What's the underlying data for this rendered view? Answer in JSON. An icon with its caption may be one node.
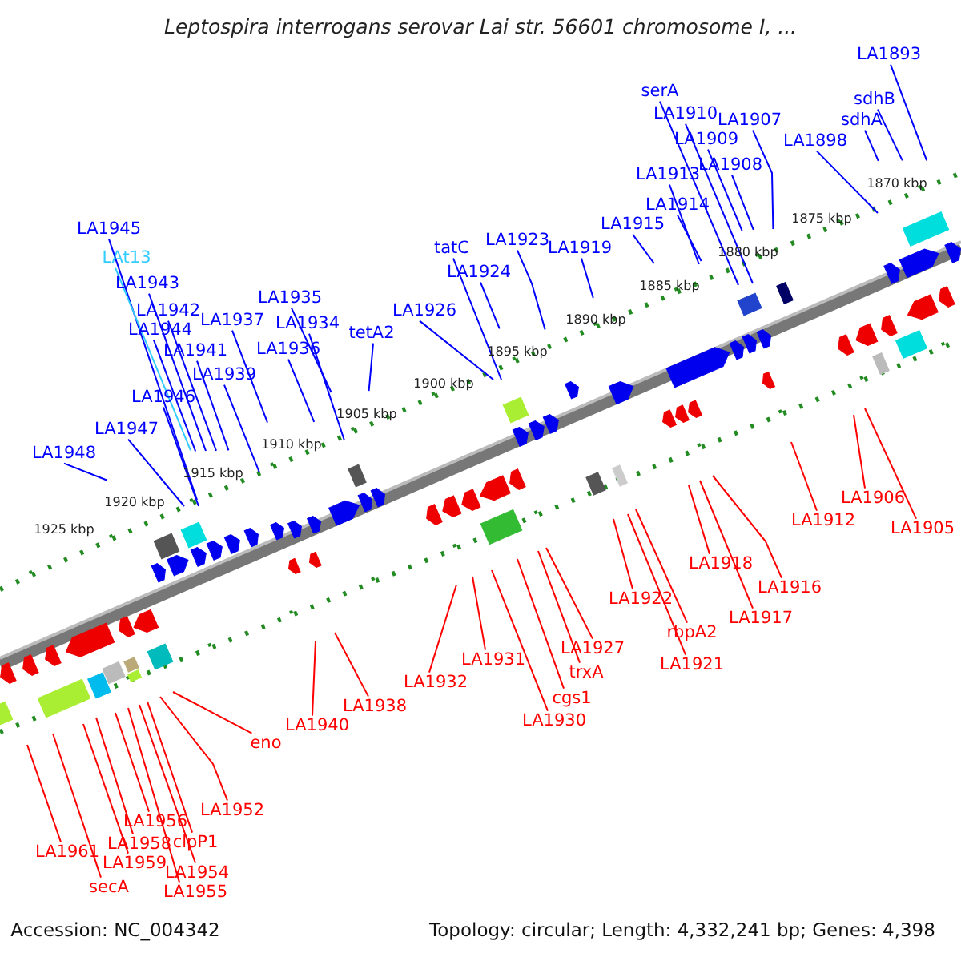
{
  "diagram": {
    "title": "Leptospira interrogans serovar Lai str. 56601 chromosome I, ...",
    "nodes": [
      {
        "text": [
          "LA1893"
        ]
      },
      {
        "text": [
          "serA"
        ]
      },
      {
        "text": [
          "sdhB"
        ]
      },
      {
        "text": [
          "LA1910"
        ]
      },
      {
        "text": [
          "LA1907"
        ]
      },
      {
        "text": [
          "sdhA"
        ]
      },
      {
        "text": [
          "LA1909"
        ]
      },
      {
        "text": [
          "LA1898"
        ]
      },
      {
        "text": [
          "LA1908"
        ]
      },
      {
        "text": [
          "LA1913"
        ]
      },
      {
        "text": [
          "LA1914"
        ]
      },
      {
        "text": [
          "LA1915"
        ]
      },
      {
        "text": [
          "LA1945"
        ]
      },
      {
        "text": [
          "LA1923"
        ]
      },
      {
        "text": [
          "tatC"
        ]
      },
      {
        "text": [
          "LA1919"
        ]
      },
      {
        "text": [
          "LAt13"
        ]
      },
      {
        "text": [
          "LA1924"
        ]
      },
      {
        "text": [
          "LA1943"
        ]
      },
      {
        "text": [
          "LA1935"
        ]
      },
      {
        "text": [
          "LA1926"
        ]
      },
      {
        "text": [
          "LA1942"
        ]
      },
      {
        "text": [
          "LA1937"
        ]
      },
      {
        "text": [
          "LA1934"
        ]
      },
      {
        "text": [
          "LA1944"
        ]
      },
      {
        "text": [
          "tetA2"
        ]
      },
      {
        "text": [
          "LA1936"
        ]
      },
      {
        "text": [
          "LA1941"
        ]
      },
      {
        "text": [
          "LA1939"
        ]
      },
      {
        "text": [
          "LA1946"
        ]
      },
      {
        "text": [
          "LA1947"
        ]
      },
      {
        "text": [
          "LA1948"
        ]
      },
      {
        "text": [
          "LA1906"
        ]
      },
      {
        "text": [
          "LA1912"
        ]
      },
      {
        "text": [
          "LA1905"
        ]
      },
      {
        "text": [
          "LA1918"
        ]
      },
      {
        "text": [
          "LA1916"
        ]
      },
      {
        "text": [
          "LA1922"
        ]
      },
      {
        "text": [
          "LA1917"
        ]
      },
      {
        "text": [
          "rbpA2"
        ]
      },
      {
        "text": [
          "LA1927"
        ]
      },
      {
        "text": [
          "LA1931"
        ]
      },
      {
        "text": [
          "LA1921"
        ]
      },
      {
        "text": [
          "trxA"
        ]
      },
      {
        "text": [
          "LA1932"
        ]
      },
      {
        "text": [
          "LA1938"
        ]
      },
      {
        "text": [
          "cgs1"
        ]
      },
      {
        "text": [
          "LA1930"
        ]
      },
      {
        "text": [
          "LA1940"
        ]
      },
      {
        "text": [
          "eno"
        ]
      },
      {
        "text": [
          "LA1952"
        ]
      },
      {
        "text": [
          "LA1956"
        ]
      },
      {
        "text": [
          "clpP1"
        ]
      },
      {
        "text": [
          "LA1958"
        ]
      },
      {
        "text": [
          "LA1961"
        ]
      },
      {
        "text": [
          "LA1959"
        ]
      },
      {
        "text": [
          "LA1954"
        ]
      },
      {
        "text": [
          "secA"
        ]
      },
      {
        "text": [
          "LA1955"
        ]
      }
    ],
    "edges": [
      {
        "from": 0,
        "to": null,
        "arrow": "none",
        "color": "#0000ff"
      },
      {
        "from": 1,
        "to": null,
        "arrow": "none",
        "color": "#0000ff"
      },
      {
        "from": 2,
        "to": null,
        "arrow": "none",
        "color": "#0000ff"
      },
      {
        "from": 3,
        "to": null,
        "arrow": "none",
        "color": "#0000ff"
      },
      {
        "from": 4,
        "to": null,
        "arrow": "none",
        "color": "#0000ff"
      },
      {
        "from": 5,
        "to": null,
        "arrow": "none",
        "color": "#0000ff"
      },
      {
        "from": 6,
        "to": null,
        "arrow": "none",
        "color": "#0000ff"
      },
      {
        "from": 7,
        "to": null,
        "arrow": "none",
        "color": "#0000ff"
      },
      {
        "from": 8,
        "to": null,
        "arrow": "none",
        "color": "#0000ff"
      },
      {
        "from": 9,
        "to": null,
        "arrow": "none",
        "color": "#0000ff"
      },
      {
        "from": 10,
        "to": null,
        "arrow": "none",
        "color": "#0000ff"
      },
      {
        "from": 11,
        "to": null,
        "arrow": "none",
        "color": "#0000ff"
      },
      {
        "from": 12,
        "to": null,
        "arrow": "none",
        "color": "#0000ff"
      },
      {
        "from": 13,
        "to": null,
        "arrow": "none",
        "color": "#0000ff"
      },
      {
        "from": 14,
        "to": null,
        "arrow": "none",
        "color": "#0000ff"
      },
      {
        "from": 15,
        "to": null,
        "arrow": "none",
        "color": "#0000ff"
      },
      {
        "from": 16,
        "to": null,
        "arrow": "none",
        "color": "#33ccff"
      },
      {
        "from": 17,
        "to": null,
        "arrow": "none",
        "color": "#0000ff"
      },
      {
        "from": 18,
        "to": null,
        "arrow": "none",
        "color": "#0000ff"
      },
      {
        "from": 19,
        "to": null,
        "arrow": "none",
        "color": "#0000ff"
      },
      {
        "from": 20,
        "to": null,
        "arrow": "none",
        "color": "#0000ff"
      },
      {
        "from": 21,
        "to": null,
        "arrow": "none",
        "color": "#0000ff"
      },
      {
        "from": 22,
        "to": null,
        "arrow": "none",
        "color": "#0000ff"
      },
      {
        "from": 23,
        "to": null,
        "arrow": "none",
        "color": "#0000ff"
      },
      {
        "from": 24,
        "to": null,
        "arrow": "none",
        "color": "#0000ff"
      },
      {
        "from": 25,
        "to": null,
        "arrow": "none",
        "color": "#0000ff"
      },
      {
        "from": 26,
        "to": null,
        "arrow": "none",
        "color": "#0000ff"
      },
      {
        "from": 27,
        "to": null,
        "arrow": "none",
        "color": "#0000ff"
      },
      {
        "from": 28,
        "to": null,
        "arrow": "none",
        "color": "#0000ff"
      },
      {
        "from": 29,
        "to": null,
        "arrow": "none",
        "color": "#0000ff"
      },
      {
        "from": 30,
        "to": null,
        "arrow": "none",
        "color": "#0000ff"
      },
      {
        "from": 31,
        "to": null,
        "arrow": "none",
        "color": "#0000ff"
      },
      {
        "from": 32,
        "to": null,
        "arrow": "none",
        "color": "#ff0000"
      },
      {
        "from": 33,
        "to": null,
        "arrow": "none",
        "color": "#ff0000"
      },
      {
        "from": 34,
        "to": null,
        "arrow": "none",
        "color": "#ff0000"
      },
      {
        "from": 35,
        "to": null,
        "arrow": "none",
        "color": "#ff0000"
      },
      {
        "from": 36,
        "to": null,
        "arrow": "none",
        "color": "#ff0000"
      },
      {
        "from": 37,
        "to": null,
        "arrow": "none",
        "color": "#ff0000"
      },
      {
        "from": 38,
        "to": null,
        "arrow": "none",
        "color": "#ff0000"
      },
      {
        "from": 39,
        "to": null,
        "arrow": "none",
        "color": "#ff0000"
      },
      {
        "from": 40,
        "to": null,
        "arrow": "none",
        "color": "#ff0000"
      },
      {
        "from": 41,
        "to": null,
        "arrow": "none",
        "color": "#ff0000"
      },
      {
        "from": 42,
        "to": null,
        "arrow": "none",
        "color": "#ff0000"
      },
      {
        "from": 43,
        "to": null,
        "arrow": "none",
        "color": "#ff0000"
      },
      {
        "from": 44,
        "to": null,
        "arrow": "none",
        "color": "#ff0000"
      },
      {
        "from": 45,
        "to": null,
        "arrow": "none",
        "color": "#ff0000"
      },
      {
        "from": 46,
        "to": null,
        "arrow": "none",
        "color": "#ff0000"
      },
      {
        "from": 47,
        "to": null,
        "arrow": "none",
        "color": "#ff0000"
      },
      {
        "from": 48,
        "to": null,
        "arrow": "none",
        "color": "#ff0000"
      },
      {
        "from": 49,
        "to": null,
        "arrow": "none",
        "color": "#ff0000"
      },
      {
        "from": 50,
        "to": null,
        "arrow": "none",
        "color": "#ff0000"
      },
      {
        "from": 51,
        "to": null,
        "arrow": "none",
        "color": "#ff0000"
      },
      {
        "from": 52,
        "to": null,
        "arrow": "none",
        "color": "#ff0000"
      },
      {
        "from": 53,
        "to": null,
        "arrow": "none",
        "color": "#ff0000"
      },
      {
        "from": 54,
        "to": null,
        "arrow": "none",
        "color": "#ff0000"
      },
      {
        "from": 55,
        "to": null,
        "arrow": "none",
        "color": "#ff0000"
      },
      {
        "from": 56,
        "to": null,
        "arrow": "none",
        "color": "#ff0000"
      },
      {
        "from": 57,
        "to": null,
        "arrow": "none",
        "color": "#ff0000"
      },
      {
        "from": 58,
        "to": null,
        "arrow": "none",
        "color": "#ff0000"
      }
    ],
    "labels": [
      "1870 kbp",
      "1875 kbp",
      "1880 kbp",
      "1885 kbp",
      "1890 kbp",
      "1895 kbp",
      "1900 kbp",
      "1905 kbp",
      "1910 kbp",
      "1915 kbp",
      "1920 kbp",
      "1925 kbp",
      "Accession: NC_004342",
      "Topology: circular; Length: 4,332,241 bp; Genes: 4,398"
    ]
  }
}
